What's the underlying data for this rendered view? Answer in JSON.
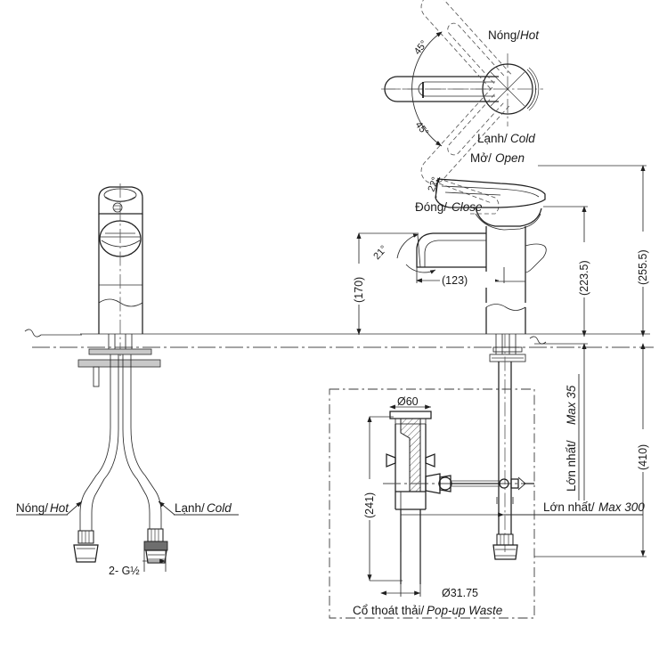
{
  "drawing": {
    "title": "Faucet technical dimension drawing",
    "units": "mm",
    "background_color": "#ffffff",
    "line_color": "#1f1f1f"
  },
  "plan_view": {
    "label_hot_vi": "Nóng/",
    "label_hot_en": "Hot",
    "label_cold_vi": "Lạnh/",
    "label_cold_en": "Cold",
    "angle_upper": "45°",
    "angle_lower": "45°"
  },
  "side_view": {
    "label_open_vi": "Mở/",
    "label_open_en": "Open",
    "label_close_vi": "Đóng/",
    "label_close_en": "Close",
    "angle_lever": "22°",
    "angle_spout": "21°",
    "dim_spout_reach": "(123)",
    "dim_spout_height": "(170)",
    "dim_body_height": "(223.5)",
    "dim_total_height": "(255.5)"
  },
  "supply_view": {
    "label_hot_vi": "Nóng/",
    "label_hot_en": "Hot",
    "label_cold_vi": "Lạnh/",
    "label_cold_en": "Cold",
    "thread_spec": "2- G½"
  },
  "waste_detail": {
    "caption_vi": "Cổ thoát thải/",
    "caption_en": "Pop-up Waste",
    "dim_flange_dia": "Ø60",
    "dim_tail_dia": "Ø31.75",
    "dim_height": "(241)"
  },
  "right_dims": {
    "max_thickness_vi": "Lớn nhất/",
    "max_thickness_en": "Max 35",
    "max_reach_vi": "Lớn nhất/",
    "max_reach_en": "Max 300",
    "dim_below_counter": "(410)"
  }
}
